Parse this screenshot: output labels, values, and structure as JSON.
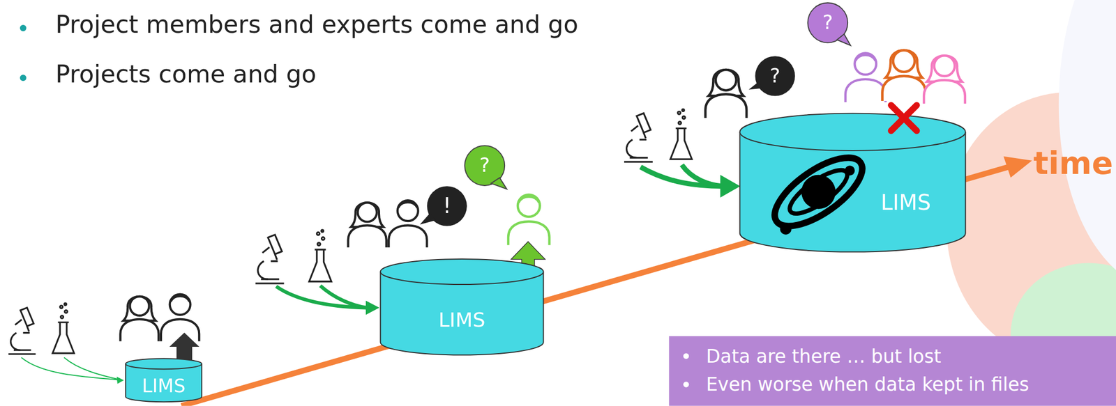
{
  "diagram": {
    "nodes": [
      {
        "text": [
          "LIMS"
        ]
      },
      {
        "text": [
          "LIMS"
        ]
      },
      {
        "text": [
          "LIMS"
        ]
      },
      {
        "text": [
          "Data are there … but lost",
          "Even worse when data kept in files"
        ]
      }
    ],
    "labels": [
      "Project members and experts come and go",
      "Projects come and go",
      "!",
      "?",
      "?",
      "?",
      "time"
    ]
  }
}
